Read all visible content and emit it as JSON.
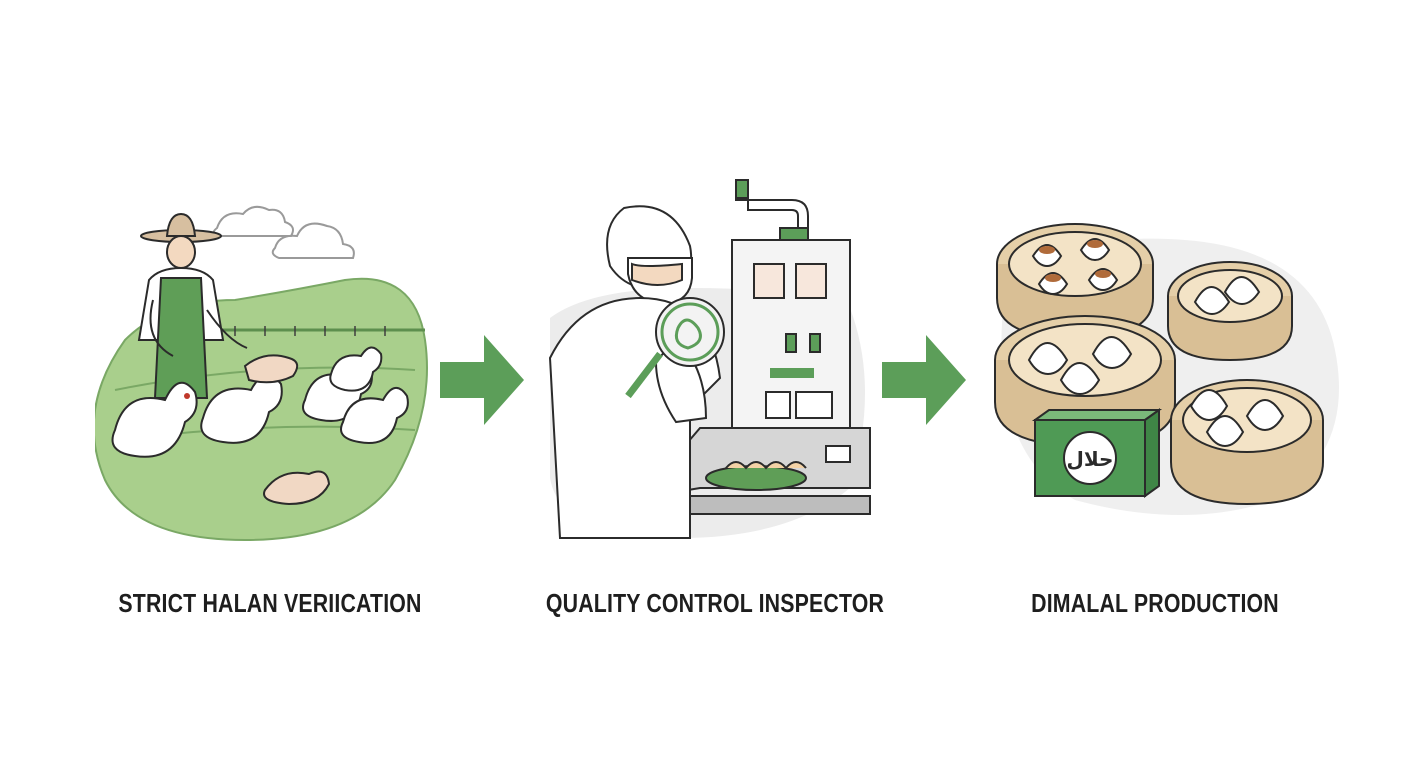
{
  "steps": [
    {
      "caption": "STRICT HALAN VERIICATION",
      "icon": "farm-chickens"
    },
    {
      "caption": "QUALITY CONTROL INSPECTOR",
      "icon": "inspector-magnifier"
    },
    {
      "caption": "DIMALAL PRODUCTION",
      "icon": "dumpling-steamers"
    }
  ],
  "halal_label": "حلال",
  "colors": {
    "arrow": "#5c9e59",
    "field": "#8fbf73",
    "line": "#2b2b2b",
    "bamboo": "#d9bf95",
    "halal_box": "#4f9a55"
  }
}
